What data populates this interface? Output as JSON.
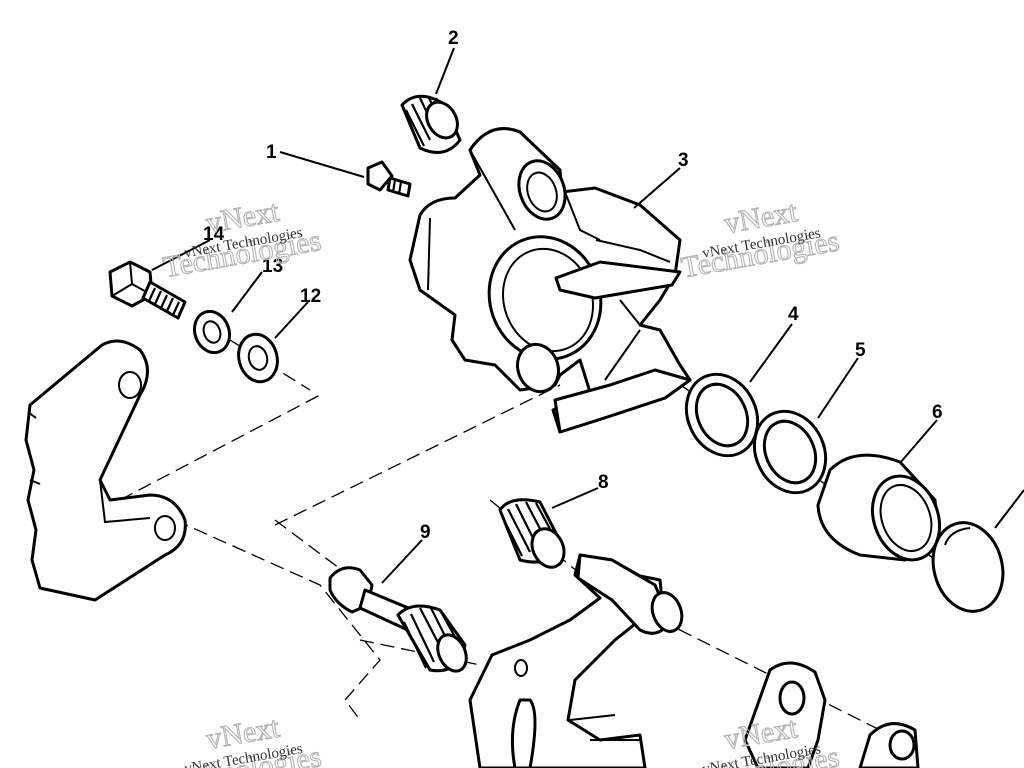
{
  "diagram": {
    "callouts": [
      "1",
      "2",
      "3",
      "4",
      "5",
      "6",
      "8",
      "9",
      "12",
      "13",
      "14"
    ],
    "watermarks": [
      {
        "brand": "vNext",
        "tagline": "Technologies",
        "caption": "vNext Technologies"
      },
      {
        "brand": "vNext",
        "tagline": "Technologies",
        "caption": "vNext Technologies"
      },
      {
        "brand": "vNext",
        "tagline": "Technologies",
        "caption": "vNext Technologies"
      },
      {
        "brand": "vNext",
        "tagline": "Technologies",
        "caption": "vNext Technologies"
      }
    ],
    "colors": {
      "line": "#000000",
      "background": "#ffffff",
      "watermark_outline": "#b4b4b4"
    }
  }
}
